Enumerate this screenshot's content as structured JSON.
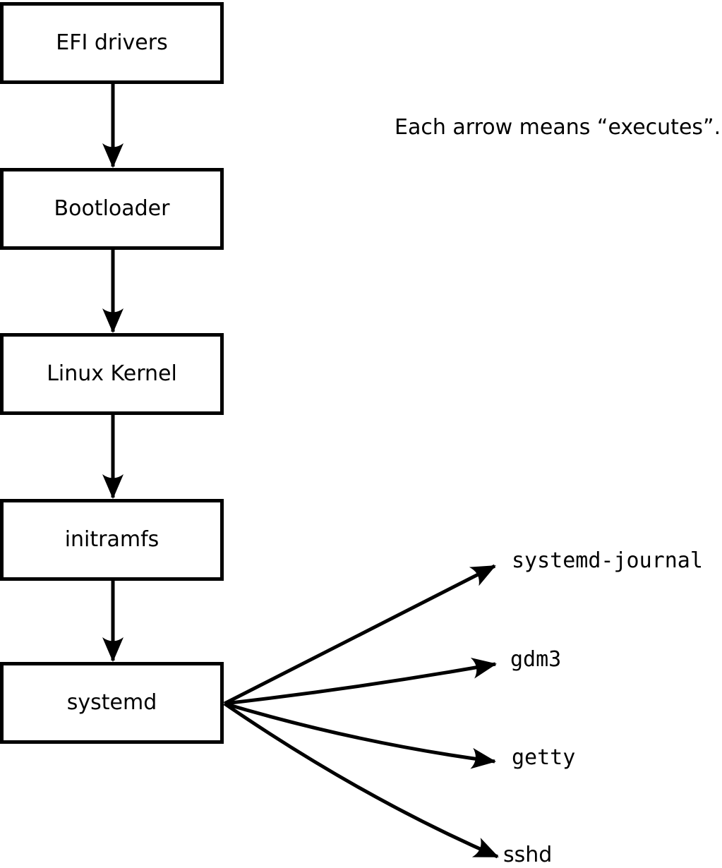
{
  "diagram": {
    "legend": "Each arrow means “executes”.",
    "boxes": [
      {
        "label": "EFI drivers"
      },
      {
        "label": "Bootloader"
      },
      {
        "label": "Linux Kernel"
      },
      {
        "label": "initramfs"
      },
      {
        "label": "systemd"
      }
    ],
    "targets": [
      {
        "label": "systemd-journal"
      },
      {
        "label": "gdm3"
      },
      {
        "label": "getty"
      },
      {
        "label": "sshd"
      }
    ],
    "arrow_meaning": "executes",
    "colors": {
      "line": "#000000",
      "box_fill": "#ffffff",
      "box_border": "#000000",
      "text": "#000000",
      "background": "#ffffff"
    }
  }
}
